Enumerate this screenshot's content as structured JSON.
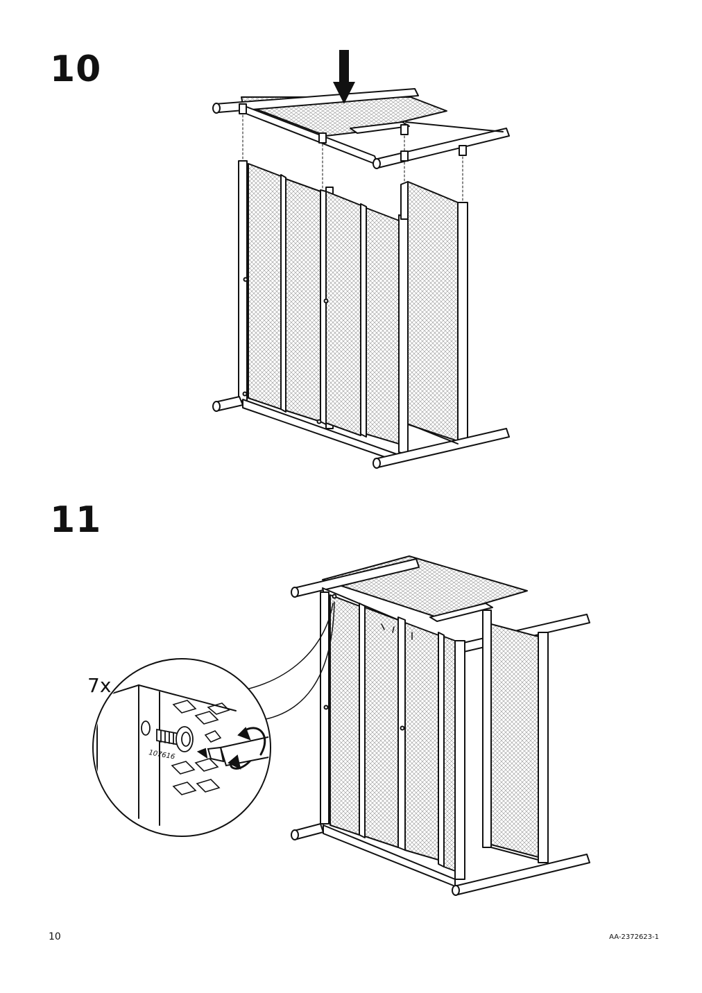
{
  "steps": [
    {
      "number": "10"
    },
    {
      "number": "11",
      "quantity": "7x",
      "part_number": "107616"
    }
  ],
  "footer": {
    "page_number": "10",
    "doc_code": "AA-2372623-1"
  },
  "colors": {
    "ink": "#111111",
    "mesh": "#8a8a8a",
    "background": "#ffffff"
  },
  "icons": [
    "down-arrow-icon",
    "screwdriver-icon",
    "rotate-arrow-icon",
    "screw-icon"
  ]
}
